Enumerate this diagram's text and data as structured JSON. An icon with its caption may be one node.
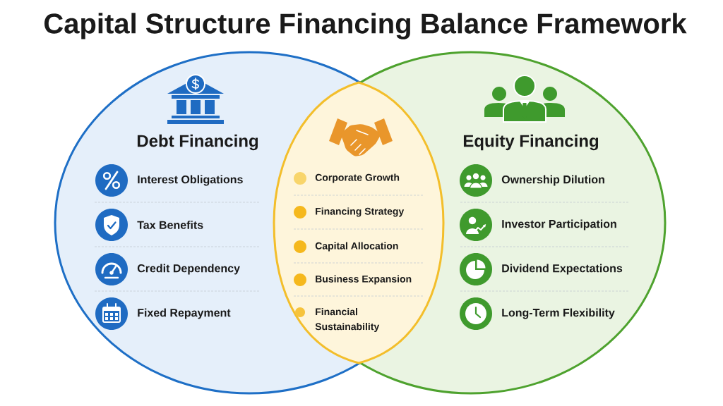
{
  "diagram": {
    "title": "Capital Structure Financing Balance Framework",
    "nodes": [
      {
        "text": [
          "Debt Financing",
          "Interest Obligations",
          "Tax Benefits",
          "Credit Dependency",
          "Fixed Repayment"
        ]
      },
      {
        "text": [
          "Corporate Growth",
          "Financing Strategy",
          "Capital Allocation",
          "Business Expansion",
          "Financial Sustainability"
        ]
      },
      {
        "text": [
          "Equity Financing",
          "Ownership Dilution",
          "Investor Participation",
          "Dividend Expectations",
          "Long-Term Flexibility"
        ]
      }
    ]
  }
}
